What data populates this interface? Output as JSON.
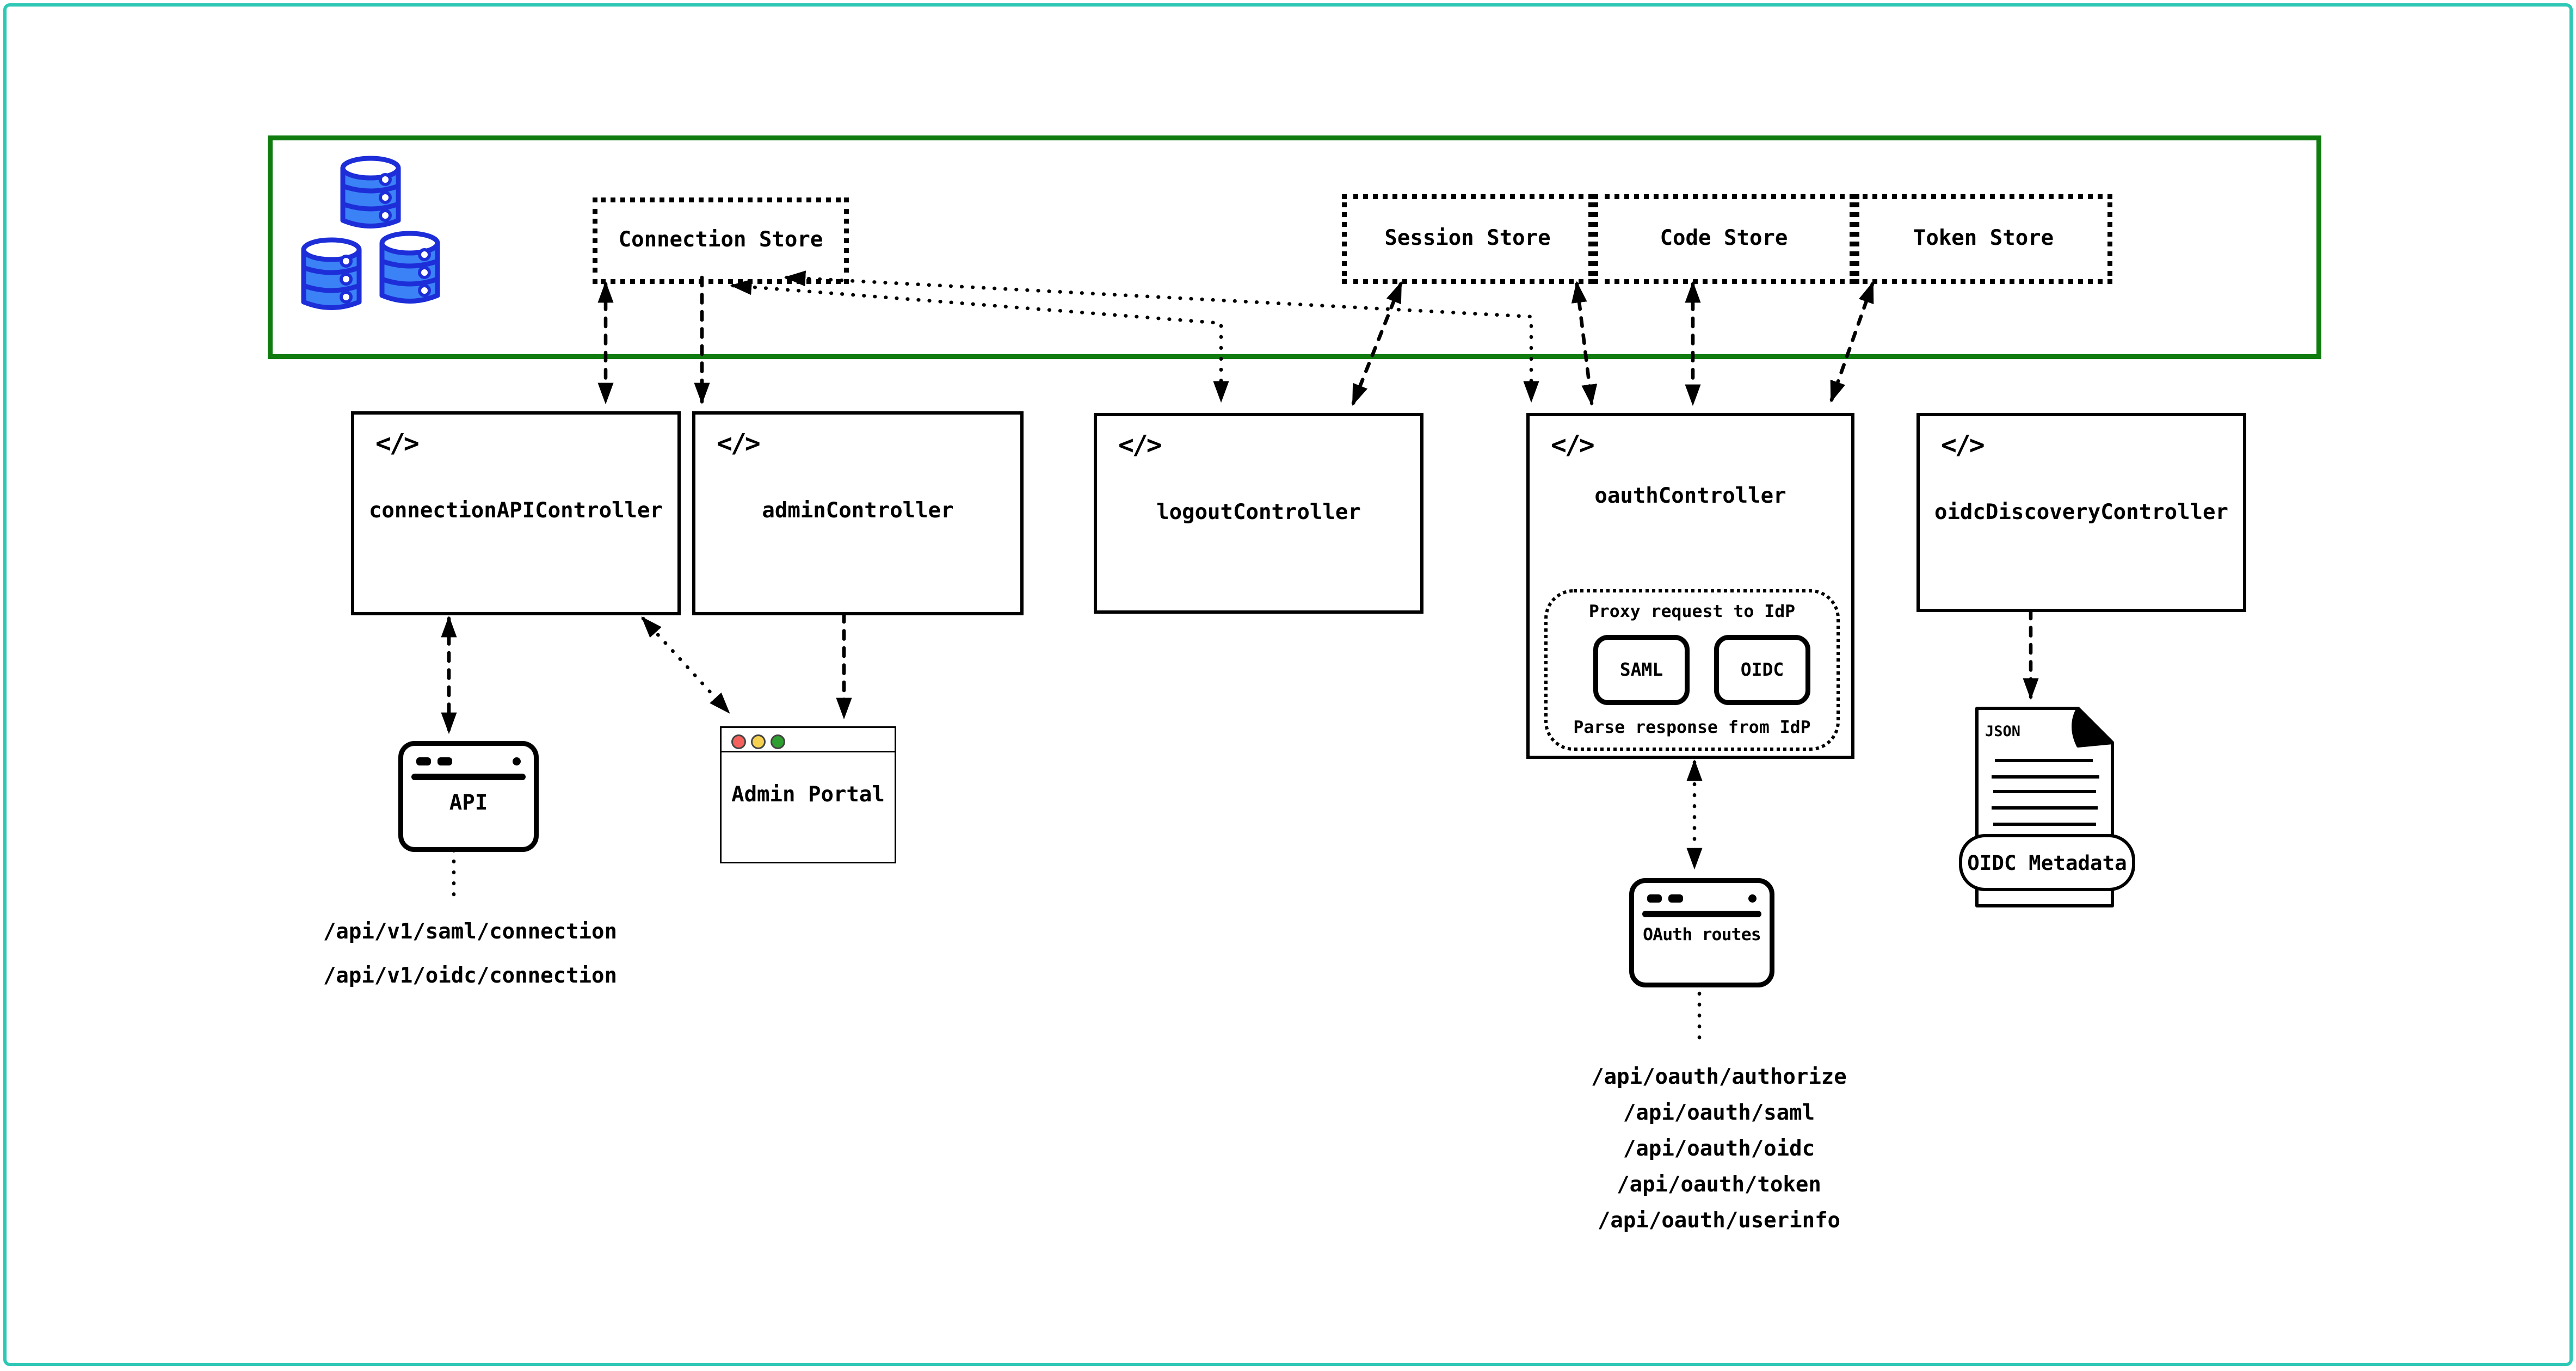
{
  "diagram": {
    "stores": {
      "connection": "Connection Store",
      "session": "Session Store",
      "code": "Code Store",
      "token": "Token Store"
    },
    "controllers": {
      "connection_api": "connectionAPIController",
      "admin": "adminController",
      "logout": "logoutController",
      "oauth": "oauthController",
      "oidc_discovery": "oidcDiscoveryController"
    },
    "oauth_internal": {
      "proxy": "Proxy request to IdP",
      "saml": "SAML",
      "oidc": "OIDC",
      "parse": "Parse response from IdP"
    },
    "windows": {
      "api": "API",
      "admin_portal": "Admin Portal",
      "oauth_routes": "OAuth routes"
    },
    "document": {
      "type": "JSON",
      "label": "OIDC Metadata"
    },
    "routes": {
      "connection": [
        "/api/v1/saml/connection",
        "/api/v1/oidc/connection"
      ],
      "oauth": [
        "/api/oauth/authorize",
        "/api/oauth/saml",
        "/api/oauth/oidc",
        "/api/oauth/token",
        "/api/oauth/userinfo"
      ]
    },
    "colors": {
      "frame_border": "#2fc7b5",
      "container_border": "#107c10",
      "db_fill": "#3b82f6",
      "db_stroke": "#1d2ed9",
      "traffic_red": "#f4615c",
      "traffic_yellow": "#f5d14f",
      "traffic_green": "#2e9e30"
    }
  }
}
